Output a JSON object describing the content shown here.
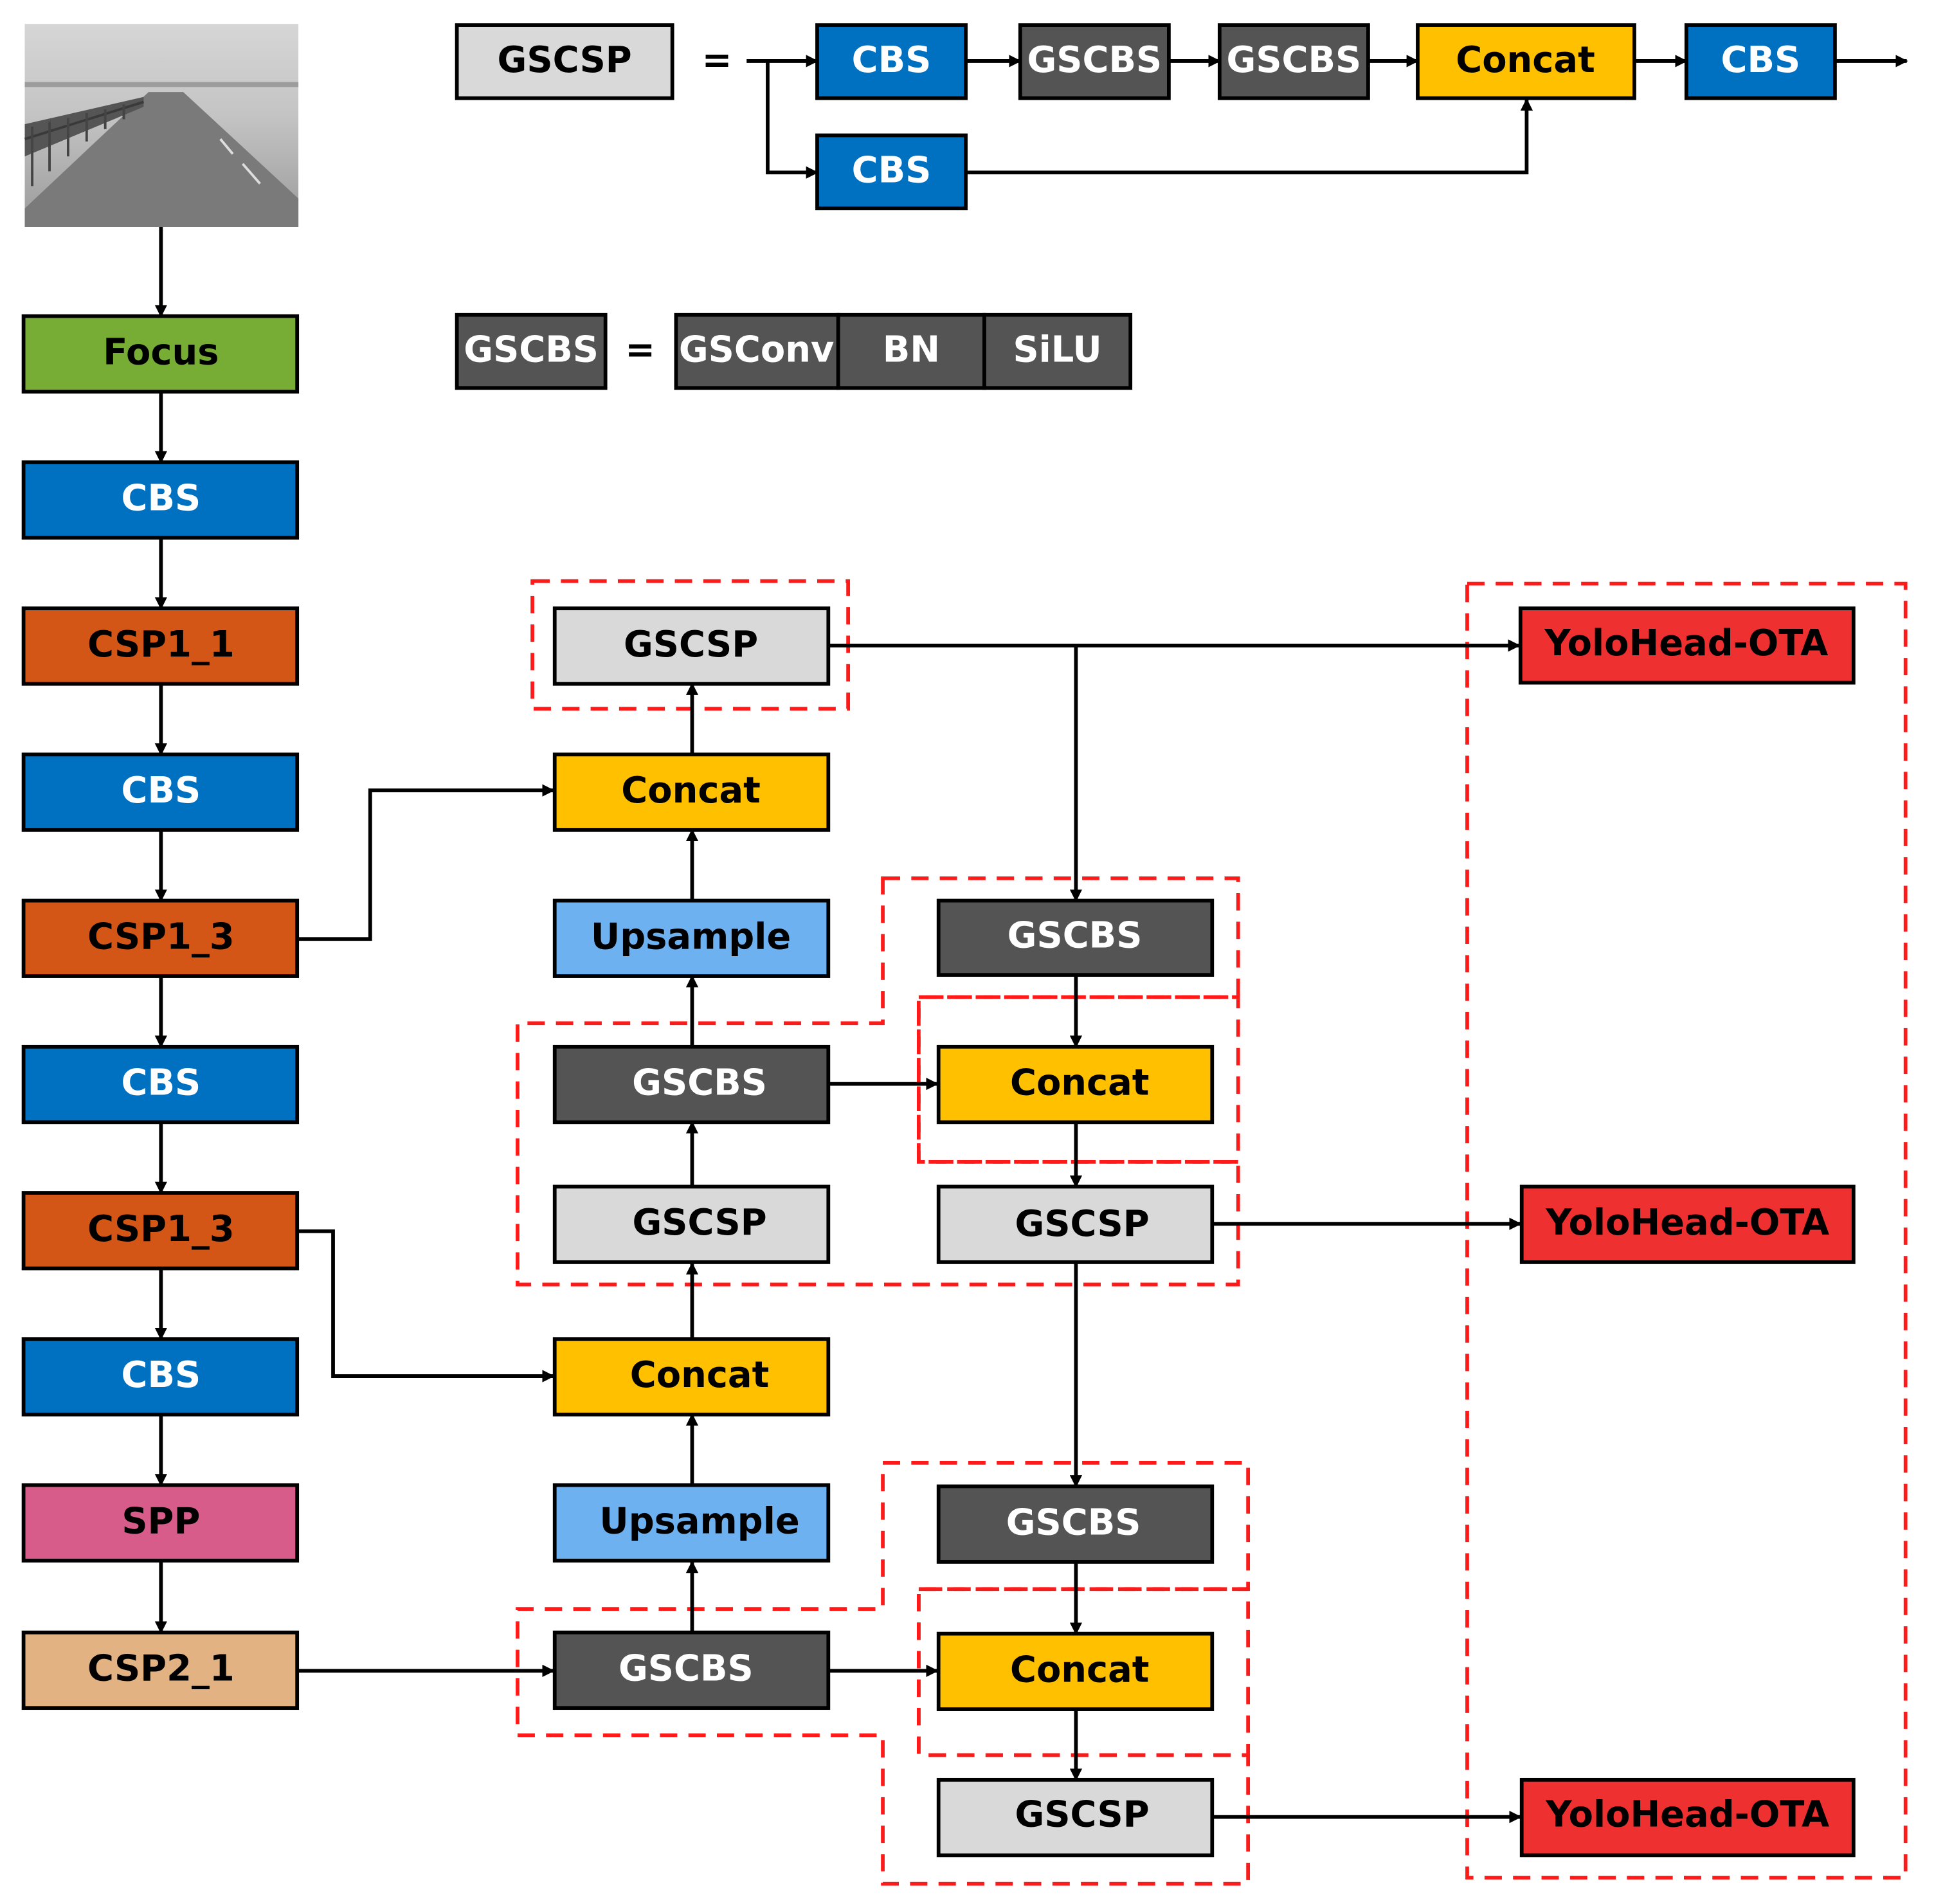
{
  "colors": {
    "focus": "#77ac35",
    "cbs": "#0070c0",
    "csp1": "#d45617",
    "spp": "#d75c8a",
    "csp2": "#e3b283",
    "gscsp": "#d9d9d9",
    "gscbs": "#545454",
    "concat": "#ffc000",
    "upsample": "#6db1f0",
    "yolohead": "#ee3030",
    "dashed": "#ff1a1a"
  },
  "legend": {
    "gscsp_label": "GSCSP",
    "gscbs_label": "GSCBS",
    "equals": "=",
    "gscsp_chain": [
      "CBS",
      "GSCBS",
      "GSCBS",
      "Concat",
      "CBS"
    ],
    "gscsp_branch": "CBS",
    "gscbs_parts": [
      "GSConv",
      "BN",
      "SiLU"
    ]
  },
  "backbone": [
    "Focus",
    "CBS",
    "CSP1_1",
    "CBS",
    "CSP1_3",
    "CBS",
    "CSP1_3",
    "CBS",
    "SPP",
    "CSP2_1"
  ],
  "neck": {
    "top_gscsp": "GSCSP",
    "top_concat": "Concat",
    "upsample_1": "Upsample",
    "gscbs_1": "GSCBS",
    "gscsp_1": "GSCSP",
    "concat_2": "Concat",
    "upsample_2": "Upsample",
    "gscbs_2": "GSCBS",
    "pan_gscbs_1": "GSCBS",
    "pan_concat_1": "Concat",
    "pan_gscsp_1": "GSCSP",
    "pan_gscbs_2": "GSCBS",
    "pan_concat_2": "Concat",
    "pan_gscsp_2": "GSCSP"
  },
  "heads": [
    "YoloHead-OTA",
    "YoloHead-OTA",
    "YoloHead-OTA"
  ]
}
